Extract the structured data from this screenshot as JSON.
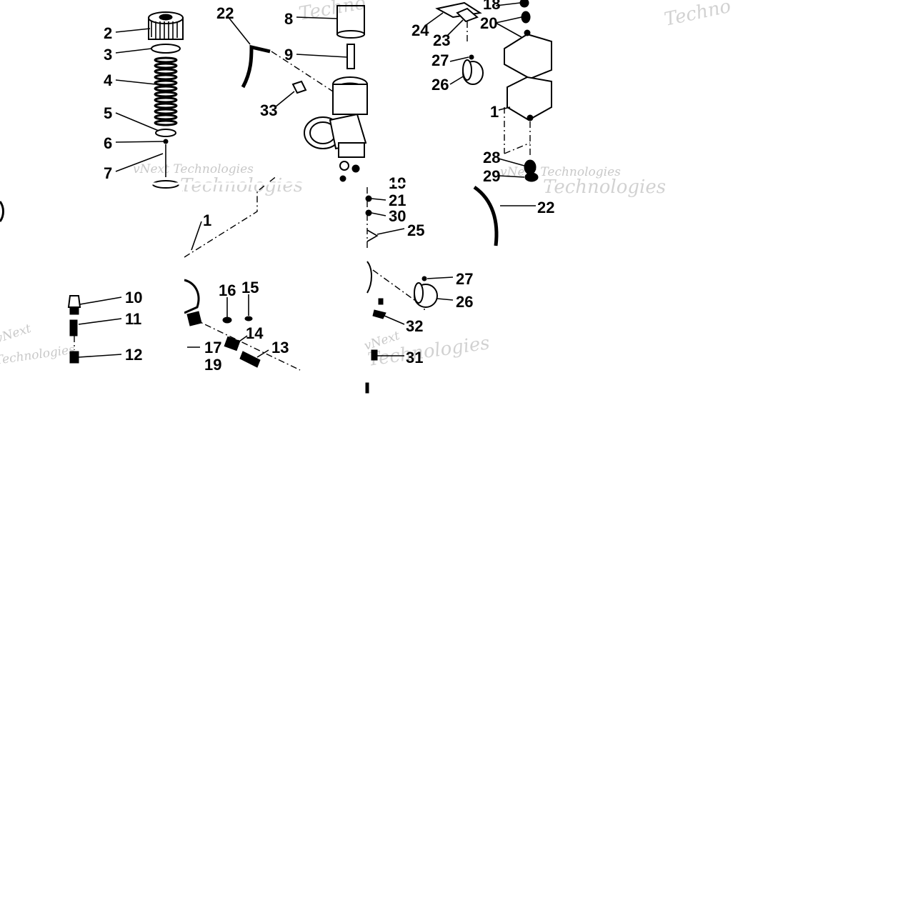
{
  "watermark": {
    "brand_short": "vNext",
    "brand_full": "vNext Technologies",
    "word1": "Technologies",
    "word2": "Techno"
  },
  "callouts": {
    "c1": "1",
    "c2": "2",
    "c3": "3",
    "c4": "4",
    "c5": "5",
    "c6": "6",
    "c7": "7",
    "c8": "8",
    "c9": "9",
    "c10": "10",
    "c11": "11",
    "c12": "12",
    "c13": "13",
    "c14": "14",
    "c15": "15",
    "c16": "16",
    "c17": "17",
    "c18": "18",
    "c19": "19",
    "c20": "20",
    "c21": "21",
    "c22": "22",
    "c23": "23",
    "c24": "24",
    "c25": "25",
    "c26": "26",
    "c27": "27",
    "c28": "28",
    "c29": "29",
    "c30": "30",
    "c31": "31",
    "c32": "32",
    "c33": "33"
  }
}
